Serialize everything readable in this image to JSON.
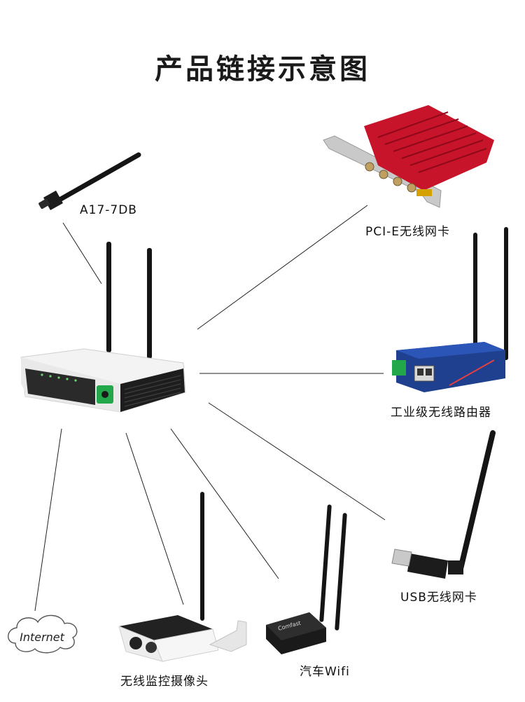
{
  "title": "产品链接示意图",
  "labels": {
    "antenna": "A17-7DB",
    "pcie": "PCI-E无线网卡",
    "industrial": "工业级无线路由器",
    "usb": "USB无线网卡",
    "car": "汽车Wifi",
    "camera": "无线监控摄像头",
    "cloud": "Internet"
  },
  "device_text": {
    "car_brand": "Comfast"
  },
  "colors": {
    "pcie_red": "#c8142a",
    "industrial_blue": "#1f3f8f",
    "connector_green": "#22a84a",
    "router_white": "#f2f2f2",
    "antenna_black": "#151515"
  }
}
